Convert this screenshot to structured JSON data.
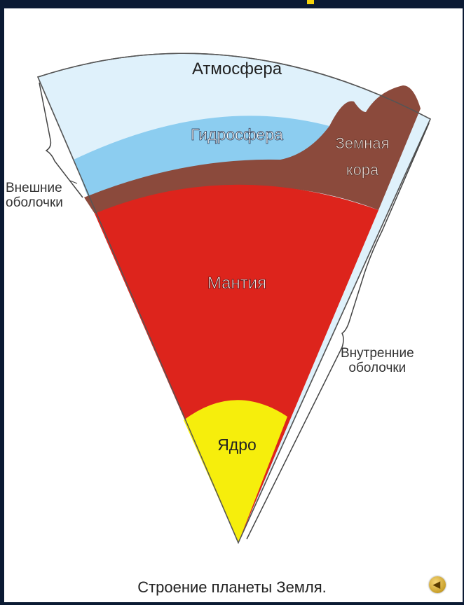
{
  "diagram": {
    "layers": {
      "atmosphere": "Атмосфера",
      "hydrosphere": "Гидросфера",
      "crust_line1": "Земная",
      "crust_line2": "кора",
      "mantle": "Мантия",
      "core": "Ядро"
    },
    "groups": {
      "outer_line1": "Внешние",
      "outer_line2": "оболочки",
      "inner_line1": "Внутренние",
      "inner_line2": "оболочки"
    },
    "colors": {
      "atmosphere": "#dff1fb",
      "hydrosphere": "#8ccdf0",
      "crust": "#8b4a3c",
      "mantle": "#dd241c",
      "core": "#f6ee0c"
    }
  },
  "caption": "Строение планеты Земля.",
  "sound_icon": "speaker-icon"
}
